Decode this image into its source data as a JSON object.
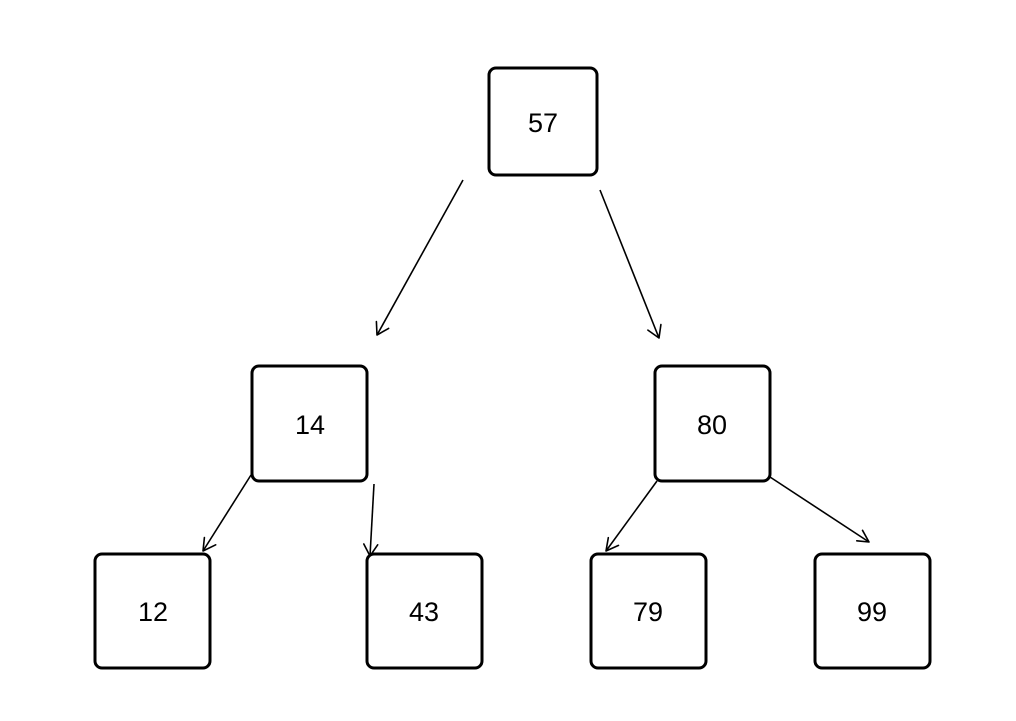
{
  "diagram": {
    "type": "binary-search-tree",
    "nodes": [
      {
        "id": "n57",
        "label": "57"
      },
      {
        "id": "n14",
        "label": "14"
      },
      {
        "id": "n80",
        "label": "80"
      },
      {
        "id": "n12",
        "label": "12"
      },
      {
        "id": "n43",
        "label": "43"
      },
      {
        "id": "n79",
        "label": "79"
      },
      {
        "id": "n99",
        "label": "99"
      }
    ],
    "edges": [
      {
        "from": "n57",
        "to": "n14"
      },
      {
        "from": "n57",
        "to": "n80"
      },
      {
        "from": "n14",
        "to": "n12"
      },
      {
        "from": "n14",
        "to": "n43"
      },
      {
        "from": "n80",
        "to": "n79"
      },
      {
        "from": "n80",
        "to": "n99"
      }
    ]
  }
}
